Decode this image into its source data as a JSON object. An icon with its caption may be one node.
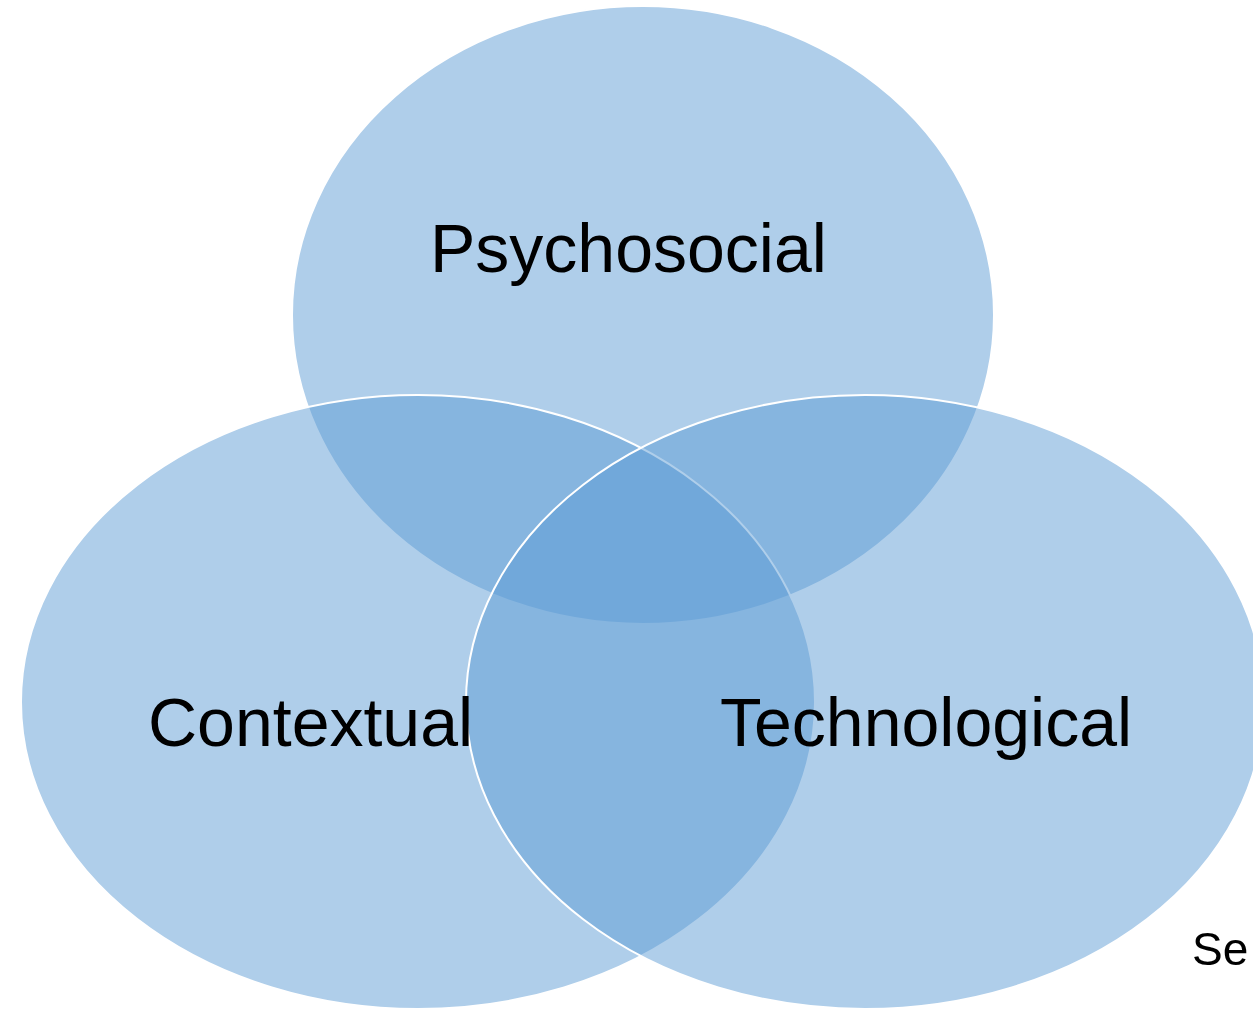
{
  "diagram": {
    "nodes": [
      {
        "text": [
          "Psychosocial"
        ]
      },
      {
        "text": [
          "Contextual"
        ]
      },
      {
        "text": [
          "Technological"
        ]
      }
    ],
    "labels": [
      "Se"
    ]
  }
}
